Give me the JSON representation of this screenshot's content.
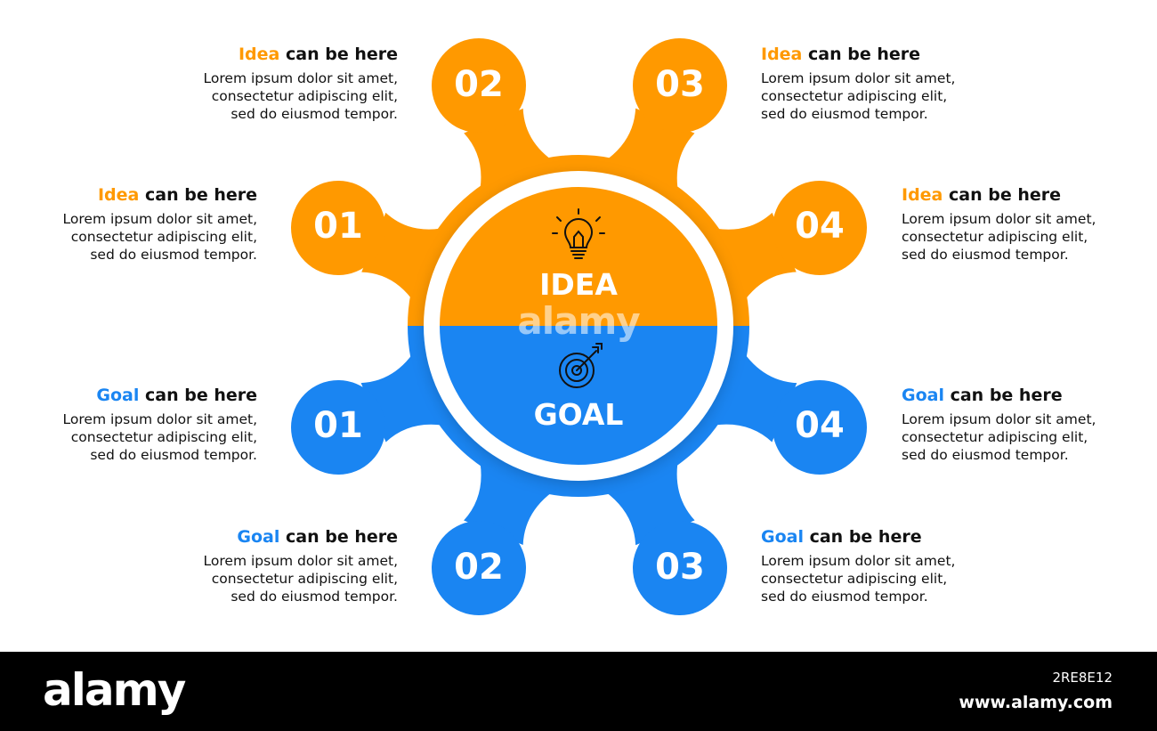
{
  "colors": {
    "idea": "#FF9900",
    "goal": "#1A85F2",
    "text": "#111111",
    "footer_bg": "#000000"
  },
  "center": {
    "idea_label": "IDEA",
    "goal_label": "GOAL",
    "idea_icon": "lightbulb-icon",
    "goal_icon": "target-arrow-icon",
    "watermark": "alamy"
  },
  "items": [
    {
      "group": "idea",
      "number": "01",
      "title_prefix": "Idea",
      "title_rest": " can be here",
      "text": "Lorem ipsum dolor sit amet,\nconsectetur adipiscing elit,\nsed do eiusmod tempor."
    },
    {
      "group": "idea",
      "number": "02",
      "title_prefix": "Idea",
      "title_rest": " can be here",
      "text": "Lorem ipsum dolor sit amet,\nconsectetur adipiscing elit,\nsed do eiusmod tempor."
    },
    {
      "group": "idea",
      "number": "03",
      "title_prefix": "Idea",
      "title_rest": " can be here",
      "text": "Lorem ipsum dolor sit amet,\nconsectetur adipiscing elit,\nsed do eiusmod tempor."
    },
    {
      "group": "idea",
      "number": "04",
      "title_prefix": "Idea",
      "title_rest": " can be here",
      "text": "Lorem ipsum dolor sit amet,\nconsectetur adipiscing elit,\nsed do eiusmod tempor."
    },
    {
      "group": "goal",
      "number": "01",
      "title_prefix": "Goal",
      "title_rest": " can be here",
      "text": "Lorem ipsum dolor sit amet,\nconsectetur adipiscing elit,\nsed do eiusmod tempor."
    },
    {
      "group": "goal",
      "number": "02",
      "title_prefix": "Goal",
      "title_rest": " can be here",
      "text": "Lorem ipsum dolor sit amet,\nconsectetur adipiscing elit,\nsed do eiusmod tempor."
    },
    {
      "group": "goal",
      "number": "03",
      "title_prefix": "Goal",
      "title_rest": " can be here",
      "text": "Lorem ipsum dolor sit amet,\nconsectetur adipiscing elit,\nsed do eiusmod tempor."
    },
    {
      "group": "goal",
      "number": "04",
      "title_prefix": "Goal",
      "title_rest": " can be here",
      "text": "Lorem ipsum dolor sit amet,\nconsectetur adipiscing elit,\nsed do eiusmod tempor."
    }
  ],
  "footer": {
    "brand": "alamy",
    "image_code": "2RE8E12",
    "site": "www.alamy.com"
  }
}
